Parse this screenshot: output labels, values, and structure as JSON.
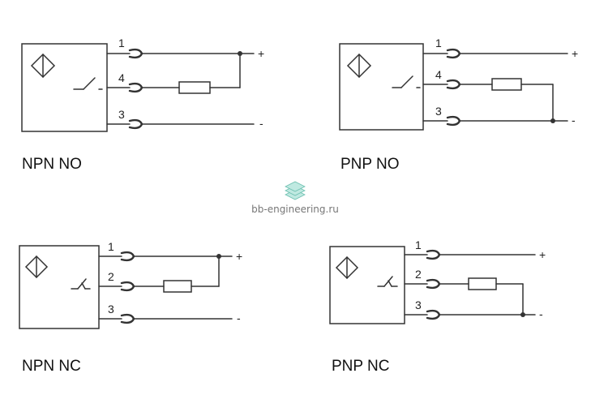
{
  "diagrams": [
    {
      "caption": "NPN NO",
      "pins": [
        "1",
        "4",
        "3"
      ],
      "plus": "+",
      "minus": "-"
    },
    {
      "caption": "PNP NO",
      "pins": [
        "1",
        "4",
        "3"
      ],
      "plus": "+",
      "minus": "-"
    },
    {
      "caption": "NPN NC",
      "pins": [
        "1",
        "2",
        "3"
      ],
      "plus": "+",
      "minus": "-"
    },
    {
      "caption": "PNP NC",
      "pins": [
        "1",
        "2",
        "3"
      ],
      "plus": "+",
      "minus": "-"
    }
  ],
  "watermark": {
    "text": "bb-engineering.ru",
    "icon": "stacked-layers-icon"
  },
  "colors": {
    "line": "#333333",
    "watermark_icon": "#8fd3c7"
  }
}
